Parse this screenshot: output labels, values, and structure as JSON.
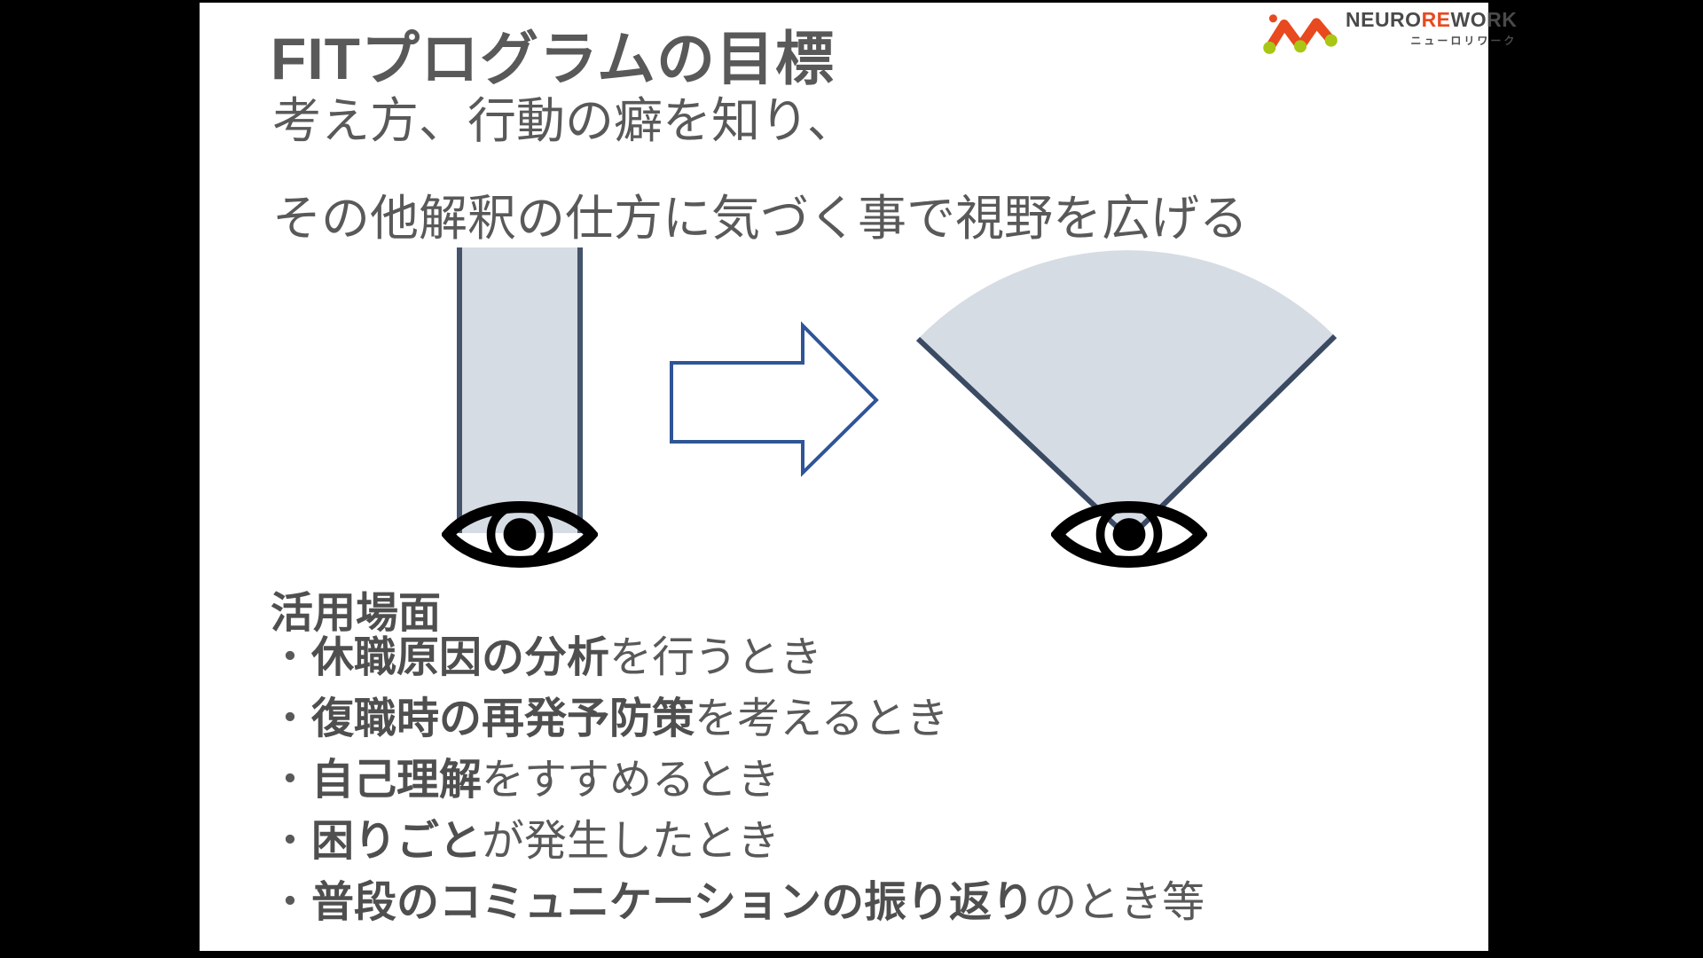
{
  "slide": {
    "title": "FITプログラムの目標",
    "subtitle_line1": "考え方、行動の癖を知り、",
    "subtitle_line2": "その他解釈の仕方に気づく事で視野を広げる",
    "usage": {
      "heading": "活用場面",
      "bullets": [
        {
          "dot": "・",
          "bold": "休職原因の分析",
          "rest": "を行うとき"
        },
        {
          "dot": "・",
          "bold": "復職時の再発予防策",
          "rest": "を考えるとき"
        },
        {
          "dot": "・",
          "bold": "自己理解",
          "rest": "をすすめるとき"
        },
        {
          "dot": "・",
          "bold": "困りごと",
          "rest": "が発生したとき"
        },
        {
          "dot": "・",
          "bold": "普段のコミュニケーションの振り返り",
          "rest": "のとき等"
        }
      ]
    },
    "logo": {
      "name_part1": "NEURO",
      "name_part2": "RE",
      "name_part3": "WORK",
      "subtext": "ニューロリワーク"
    },
    "diagram": {
      "narrow_view_icon": "eye-icon",
      "wide_view_icon": "eye-icon",
      "transition_icon": "right-arrow-icon"
    },
    "colors": {
      "text_gray": "#595959",
      "shape_fill": "#d6dce4",
      "shape_edge": "#44546a",
      "fan_edge": "#3a4a63",
      "arrow_border": "#2f5597",
      "logo_orange": "#e8491f",
      "logo_green": "#a9c614",
      "logo_gray": "#4a4a4a",
      "background": "#000000",
      "slide_background": "#ffffff"
    }
  }
}
